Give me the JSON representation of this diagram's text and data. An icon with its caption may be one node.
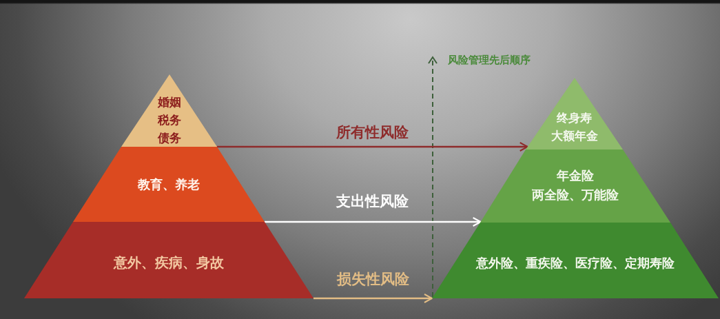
{
  "diagram": {
    "nodes": [
      {
        "text": [
          "婚姻",
          "税务",
          "债务"
        ]
      },
      {
        "text": [
          "教育、养老"
        ]
      },
      {
        "text": [
          "意外、疾病、身故"
        ]
      },
      {
        "text": [
          "终身寿",
          "大额年金"
        ]
      },
      {
        "text": [
          "年金险",
          "两全险、万能险"
        ]
      },
      {
        "text": [
          "意外险、重疾险、医疗险、定期寿险"
        ]
      }
    ],
    "edges": [
      {
        "from": 0,
        "to": 3,
        "arrow": "to",
        "label": "所有性风险",
        "color": "#8e2b2b"
      },
      {
        "from": 1,
        "to": 4,
        "arrow": "to",
        "label": "支出性风险",
        "color": "#ffffff"
      },
      {
        "from": 2,
        "to": 5,
        "arrow": "to",
        "label": "损失性风险",
        "color": "#e3bd85"
      }
    ],
    "labels": [
      "风险管理先后顺序"
    ]
  }
}
